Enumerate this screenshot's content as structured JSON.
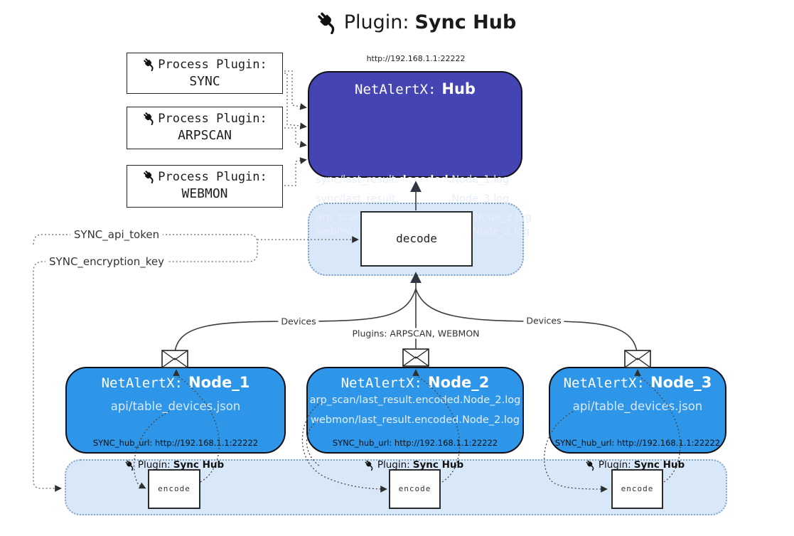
{
  "title": {
    "prefix": "Plugin:",
    "name": "Sync Hub"
  },
  "hub": {
    "url": "http://192.168.1.1:22222",
    "title_prefix": "NetAlertX:",
    "title_name": "Hub",
    "lines": [
      {
        "pre": "sync/last_result.",
        "bold": "decoded",
        "post": ".Node_1.log"
      },
      {
        "pre": "sync/last_result.",
        "bold": "decoded",
        "post": ".Node_3.log"
      },
      {
        "pre": "arp_scan/last_result.",
        "bold": "decoded",
        "post": ".Node_2.log"
      },
      {
        "pre": "webmon/last_result.",
        "bold": "decoded",
        "post": ".Node_2.log"
      }
    ]
  },
  "process_plugins": [
    {
      "label": "Process Plugin:",
      "name": "SYNC"
    },
    {
      "label": "Process Plugin:",
      "name": "ARPSCAN"
    },
    {
      "label": "Process Plugin:",
      "name": "WEBMON"
    }
  ],
  "decode": {
    "label": "decode"
  },
  "settings": {
    "api_token": "SYNC_api_token",
    "encryption_key": "SYNC_encryption_key"
  },
  "edges": {
    "devices_left": "Devices",
    "devices_right": "Devices",
    "plugins_mid": "Plugins: ARPSCAN, WEBMON"
  },
  "nodes": [
    {
      "title_prefix": "NetAlertX:",
      "title_name": "Node_1",
      "lines": [
        "api/table_devices.json"
      ],
      "hub_url": "SYNC_hub_url: http://192.168.1.1:22222"
    },
    {
      "title_prefix": "NetAlertX:",
      "title_name": "Node_2",
      "lines": [
        "arp_scan/last_result.encoded.Node_2.log",
        "webmon/last_result.encoded.Node_2.log"
      ],
      "hub_url": "SYNC_hub_url: http://192.168.1.1:22222"
    },
    {
      "title_prefix": "NetAlertX:",
      "title_name": "Node_3",
      "lines": [
        "api/table_devices.json"
      ],
      "hub_url": "SYNC_hub_url: http://192.168.1.1:22222"
    }
  ],
  "encode_zone": {
    "plugin_label_prefix": "Plugin:",
    "plugin_label_name": "Sync Hub",
    "encode_label": "encode"
  },
  "colors": {
    "hub_bg": "#4444b3",
    "node_bg": "#2e96e9",
    "zone_bg": "#d8e8f8"
  }
}
